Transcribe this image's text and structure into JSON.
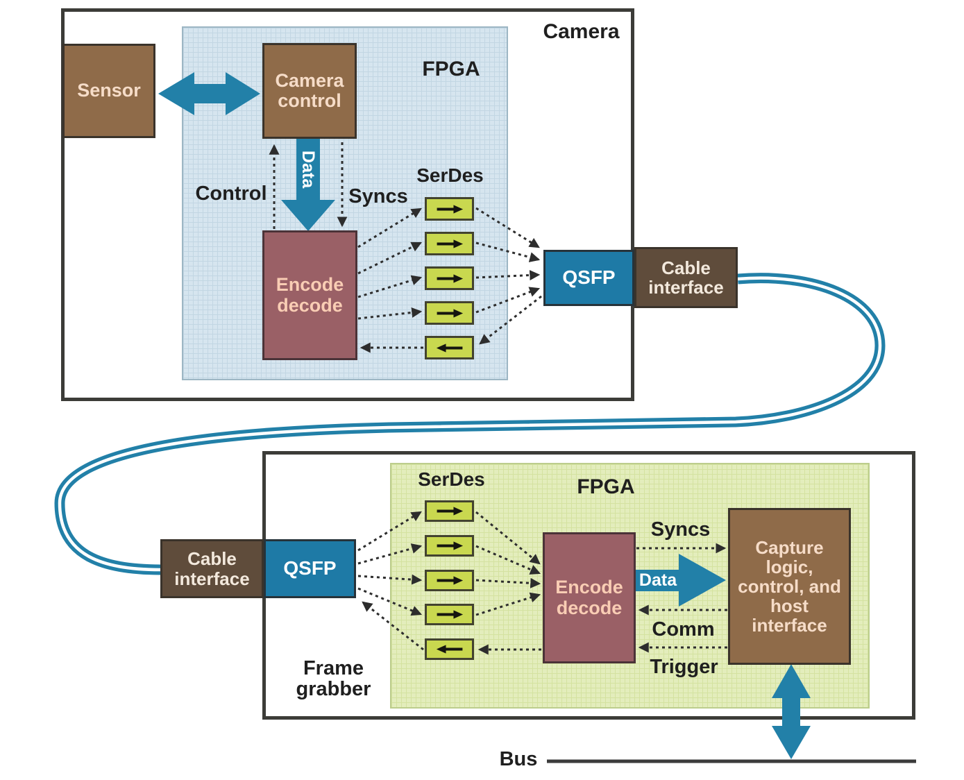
{
  "colors": {
    "teal_accent": "#2280a8",
    "qsfp_teal": "#1e7aa6",
    "box_brown": "#8f6b49",
    "cable_interface_brown": "#5f4c3b",
    "encode_decode_maroon": "#9a6066",
    "serdes_green": "#c9d84f",
    "fpga_region_blue": "#d6e5ef",
    "fpga_region_green": "#e3edbc",
    "outline_gray": "#3c3c38"
  },
  "camera": {
    "label": "Camera",
    "fpga_label": "FPGA",
    "sensor_label": "Sensor",
    "camera_control_label": "Camera control",
    "control_label": "Control",
    "data_label": "Data",
    "syncs_label": "Syncs",
    "serdes_label": "SerDes",
    "encode_decode_label": "Encode decode",
    "qsfp_label": "QSFP",
    "cable_interface_label": "Cable interface",
    "serdes_directions": [
      "right",
      "right",
      "right",
      "right",
      "left"
    ]
  },
  "frame_grabber": {
    "label": "Frame grabber",
    "fpga_label": "FPGA",
    "serdes_label": "SerDes",
    "encode_decode_label": "Encode decode",
    "qsfp_label": "QSFP",
    "cable_interface_label": "Cable interface",
    "capture_label": "Capture logic, control, and host interface",
    "syncs_label": "Syncs",
    "data_label": "Data",
    "comm_label": "Comm",
    "trigger_label": "Trigger",
    "serdes_directions": [
      "right",
      "right",
      "right",
      "right",
      "left"
    ]
  },
  "bus_label": "Bus"
}
